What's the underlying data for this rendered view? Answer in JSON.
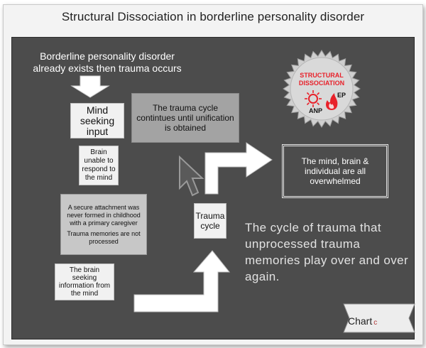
{
  "title": "Structural Dissociation in borderline personality disorder",
  "intro": "Borderline personality disorder already exists then trauma occurs",
  "boxes": {
    "mind_seeking": "Mind seeking input",
    "brain_unable": "Brain unable to respond to the mind",
    "secure_attachment": "A secure attachment was never formed in childhood with a primary caregiver",
    "trauma_memories": "Trauma memories are not processed",
    "brain_seeking": "The brain seeking information from the mind",
    "trauma_cycle_note": "The trauma cycle contintues until unification is obtained",
    "trauma_cycle": "Trauma cycle",
    "overwhelmed": "The mind, brain & individual are all overwhelmed"
  },
  "statement": "The cycle of trauma that unprocessed trauma memories play over and over again.",
  "seal": {
    "line1": "STRUCTURAL",
    "line2": "DISSOCIATION",
    "anp": "ANP",
    "ep": "EP"
  },
  "chart_button": {
    "label": "Chart",
    "suffix": "c"
  }
}
